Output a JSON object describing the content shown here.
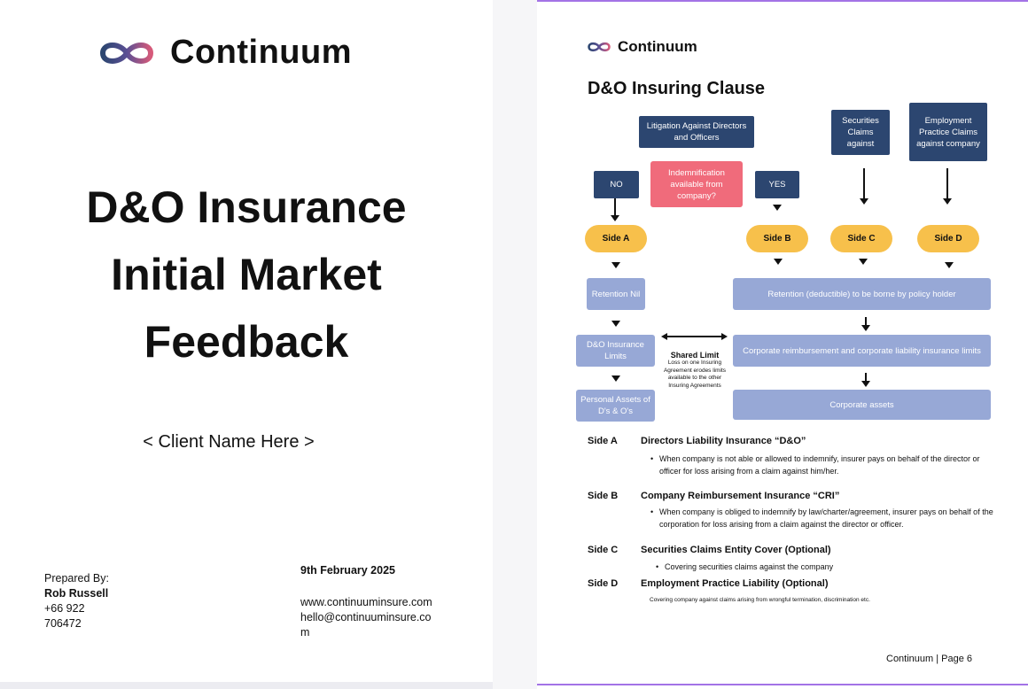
{
  "brand": "Continuum",
  "cover": {
    "title_lines": [
      "D&O Insurance",
      "Initial Market",
      "Feedback"
    ],
    "client": "< Client Name Here >",
    "prepared_label": "Prepared By:",
    "prepared_name": "Rob Russell",
    "phone_line1": "+66 922",
    "phone_line2": "706472",
    "date": "9th February 2025",
    "website": "www.continuuminsure.com",
    "email_line1": "hello@continuuminsure.co",
    "email_line2": "m"
  },
  "right": {
    "title": "D&O Insuring Clause",
    "flow": {
      "litigation": "Litigation Against Directors and Officers",
      "securities": "Securities Claims against",
      "employment": "Employment Practice Claims against company",
      "no": "NO",
      "indemnification": "Indemnification available from company?",
      "yes": "YES",
      "side_a": "Side A",
      "side_b": "Side B",
      "side_c": "Side C",
      "side_d": "Side D",
      "retention_nil": "Retention Nil",
      "retention_deductible": "Retention (deductible) to be borne by policy holder",
      "do_limits": "D&O Insurance Limits",
      "corporate_reimbursement": "Corporate reimbursement and corporate liability insurance limits",
      "shared_limit": "Shared Limit",
      "shared_desc": "Loss on one Insuring Agreement erodes limits available to the other Insuring Agreements",
      "personal_assets": "Personal Assets of D's & O's",
      "corporate_assets": "Corporate assets"
    },
    "sides": [
      {
        "label": "Side A",
        "heading": "Directors Liability Insurance “D&O”",
        "bullet": "When company is not able or allowed to indemnify, insurer pays on behalf of the director or officer for loss arising from a claim against him/her."
      },
      {
        "label": "Side B",
        "heading": "Company Reimbursement Insurance “CRI”",
        "bullet": "When company is obliged to indemnify by law/charter/agreement, insurer pays on behalf of the corporation for loss arising from a claim against the director or officer."
      },
      {
        "label": "Side C",
        "heading": "Securities Claims Entity Cover (Optional)",
        "bullet": "Covering securities claims against the company"
      },
      {
        "label": "Side D",
        "heading": "Employment Practice Liability (Optional)",
        "bullet": ""
      }
    ],
    "side_d_note": "Covering company against claims arising from wrongful termination, discrimination etc.",
    "footer": "Continuum | Page 6"
  },
  "colors": {
    "dark_box": "#2c4670",
    "pink_box": "#f06b7b",
    "oval": "#f7c04b",
    "lavender": "#97a8d6",
    "accent_rule": "#a373e6"
  }
}
